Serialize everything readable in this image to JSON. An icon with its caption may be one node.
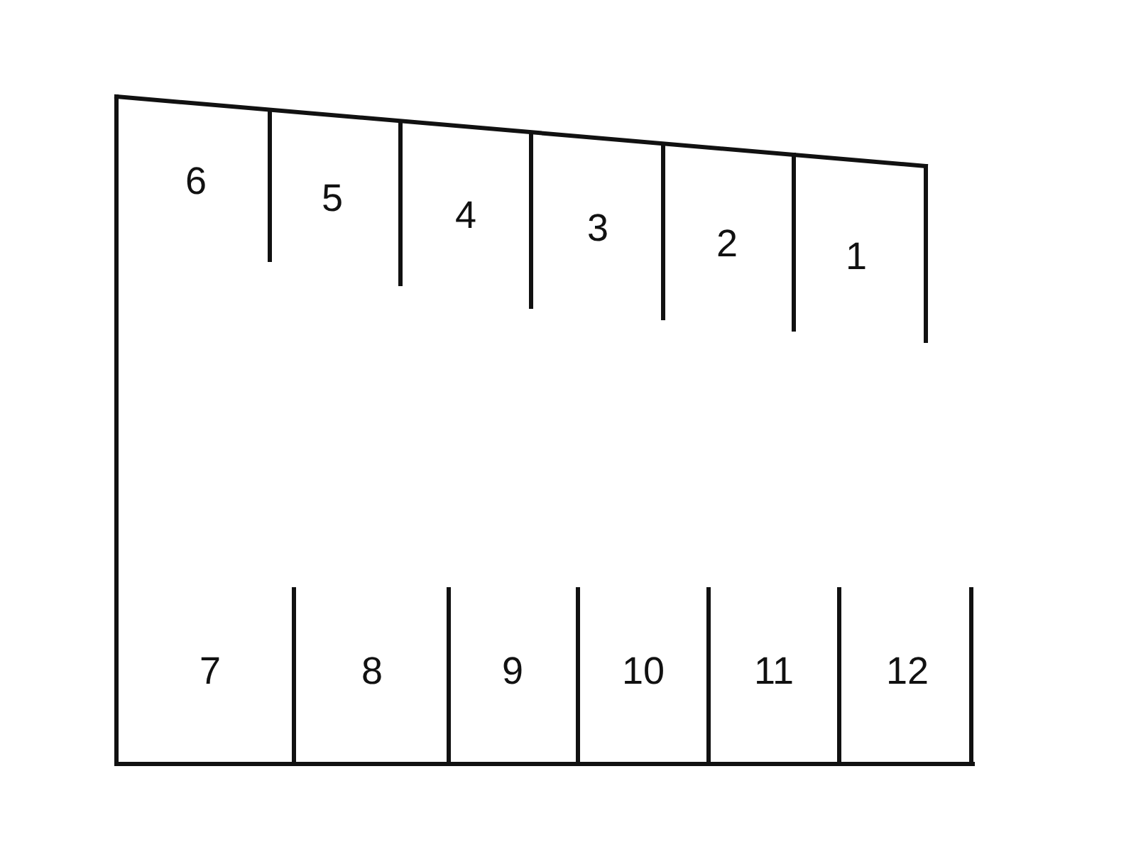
{
  "diagram": {
    "nodes": [
      {
        "text": [
          "6"
        ]
      },
      {
        "text": [
          "5"
        ]
      },
      {
        "text": [
          "4"
        ]
      },
      {
        "text": [
          "3"
        ]
      },
      {
        "text": [
          "2"
        ]
      },
      {
        "text": [
          "1"
        ]
      },
      {
        "text": [
          "7"
        ]
      },
      {
        "text": [
          "8"
        ]
      },
      {
        "text": [
          "9"
        ]
      },
      {
        "text": [
          "10"
        ]
      },
      {
        "text": [
          "11"
        ]
      },
      {
        "text": [
          "12"
        ]
      }
    ]
  }
}
